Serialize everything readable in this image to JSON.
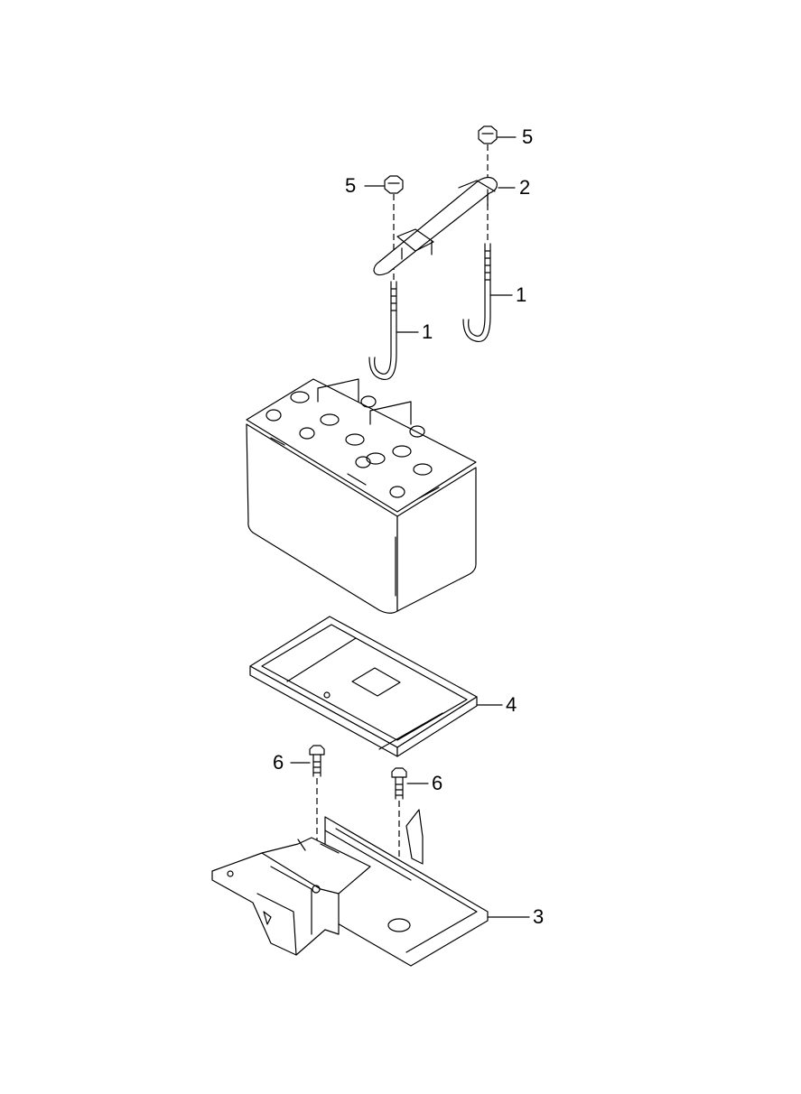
{
  "diagram": {
    "callouts": [
      {
        "id": "nut-right",
        "label": "5"
      },
      {
        "id": "nut-left",
        "label": "5"
      },
      {
        "id": "clamp",
        "label": "2"
      },
      {
        "id": "rod-right",
        "label": "1"
      },
      {
        "id": "rod-left",
        "label": "1"
      },
      {
        "id": "tray",
        "label": "4"
      },
      {
        "id": "bolt-left",
        "label": "6"
      },
      {
        "id": "bolt-right",
        "label": "6"
      },
      {
        "id": "bracket",
        "label": "3"
      }
    ]
  }
}
